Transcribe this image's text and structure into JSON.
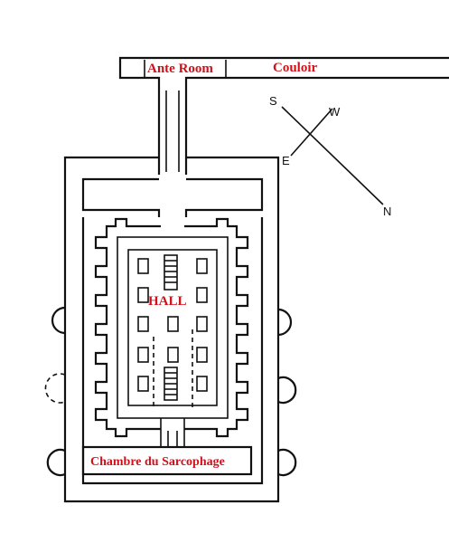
{
  "labels": {
    "ante_room": "Ante Room",
    "couloir": "Couloir",
    "hall": "HALL",
    "sarcophagus": "Chambre du Sarcophage"
  },
  "compass": {
    "s": "S",
    "w": "W",
    "e": "E",
    "n": "N"
  },
  "colors": {
    "label": "#d3101a",
    "line": "#111111"
  }
}
